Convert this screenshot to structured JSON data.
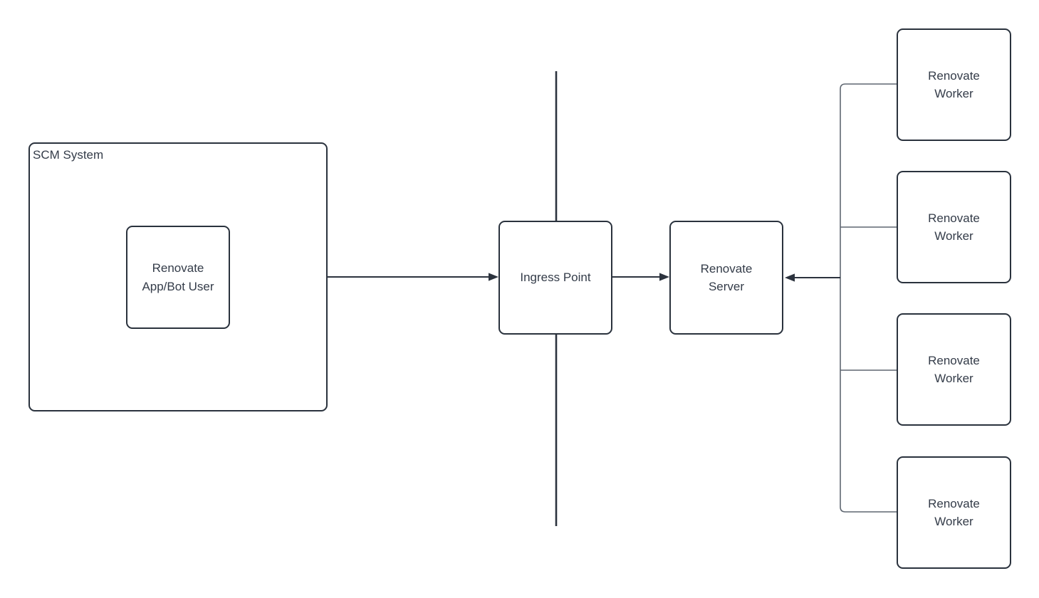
{
  "colors": {
    "canvas_bg": "#ffffff",
    "shape_fill": "#ffffff",
    "shape_border": "#2a323d",
    "arrow": "#2c333e",
    "connector": "#5f6771",
    "text": "#343c49"
  },
  "nodes": {
    "scm_system": {
      "label": "SCM System"
    },
    "app_bot_user": {
      "label": "Renovate App/Bot User",
      "line1": "Renovate",
      "line2": "App/Bot User"
    },
    "ingress_point": {
      "label": "Ingress Point"
    },
    "renovate_server": {
      "label": "Renovate Server",
      "line1": "Renovate",
      "line2": "Server"
    },
    "workers": [
      {
        "label": "Renovate Worker",
        "line1": "Renovate",
        "line2": "Worker"
      },
      {
        "label": "Renovate Worker",
        "line1": "Renovate",
        "line2": "Worker"
      },
      {
        "label": "Renovate Worker",
        "line1": "Renovate",
        "line2": "Worker"
      },
      {
        "label": "Renovate Worker",
        "line1": "Renovate",
        "line2": "Worker"
      }
    ]
  },
  "edges": [
    {
      "id": "scm-to-ingress",
      "from": "SCM System",
      "to": "Ingress Point",
      "style": "arrow"
    },
    {
      "id": "ingress-to-server",
      "from": "Ingress Point",
      "to": "Renovate Server",
      "style": "arrow"
    },
    {
      "id": "workers-to-server",
      "from": "Renovate Worker (x4)",
      "to": "Renovate Server",
      "style": "arrow"
    },
    {
      "id": "network-boundary",
      "style": "vertical-line",
      "description": "vertical boundary line through Ingress Point"
    }
  ]
}
